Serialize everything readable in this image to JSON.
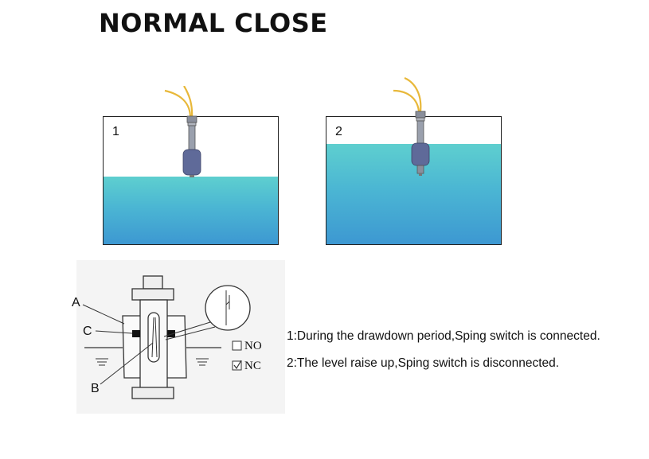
{
  "title": "NORMAL CLOSE",
  "tanks": [
    {
      "number": "1",
      "water_level_fraction": 0.53
    },
    {
      "number": "2",
      "water_level_fraction": 0.79
    }
  ],
  "schematic": {
    "labels": {
      "a": "A",
      "b": "B",
      "c": "C"
    },
    "legend": {
      "no": "NO",
      "nc": "NC"
    }
  },
  "descriptions": [
    "1:During the drawdown period,Sping switch is connected.",
    "2:The level raise up,Sping switch is disconnected."
  ],
  "colors": {
    "water_top": "#5ecfcf",
    "water_bottom": "#3d98d2",
    "wire": "#e8b83a",
    "float": "#5f6a99"
  }
}
